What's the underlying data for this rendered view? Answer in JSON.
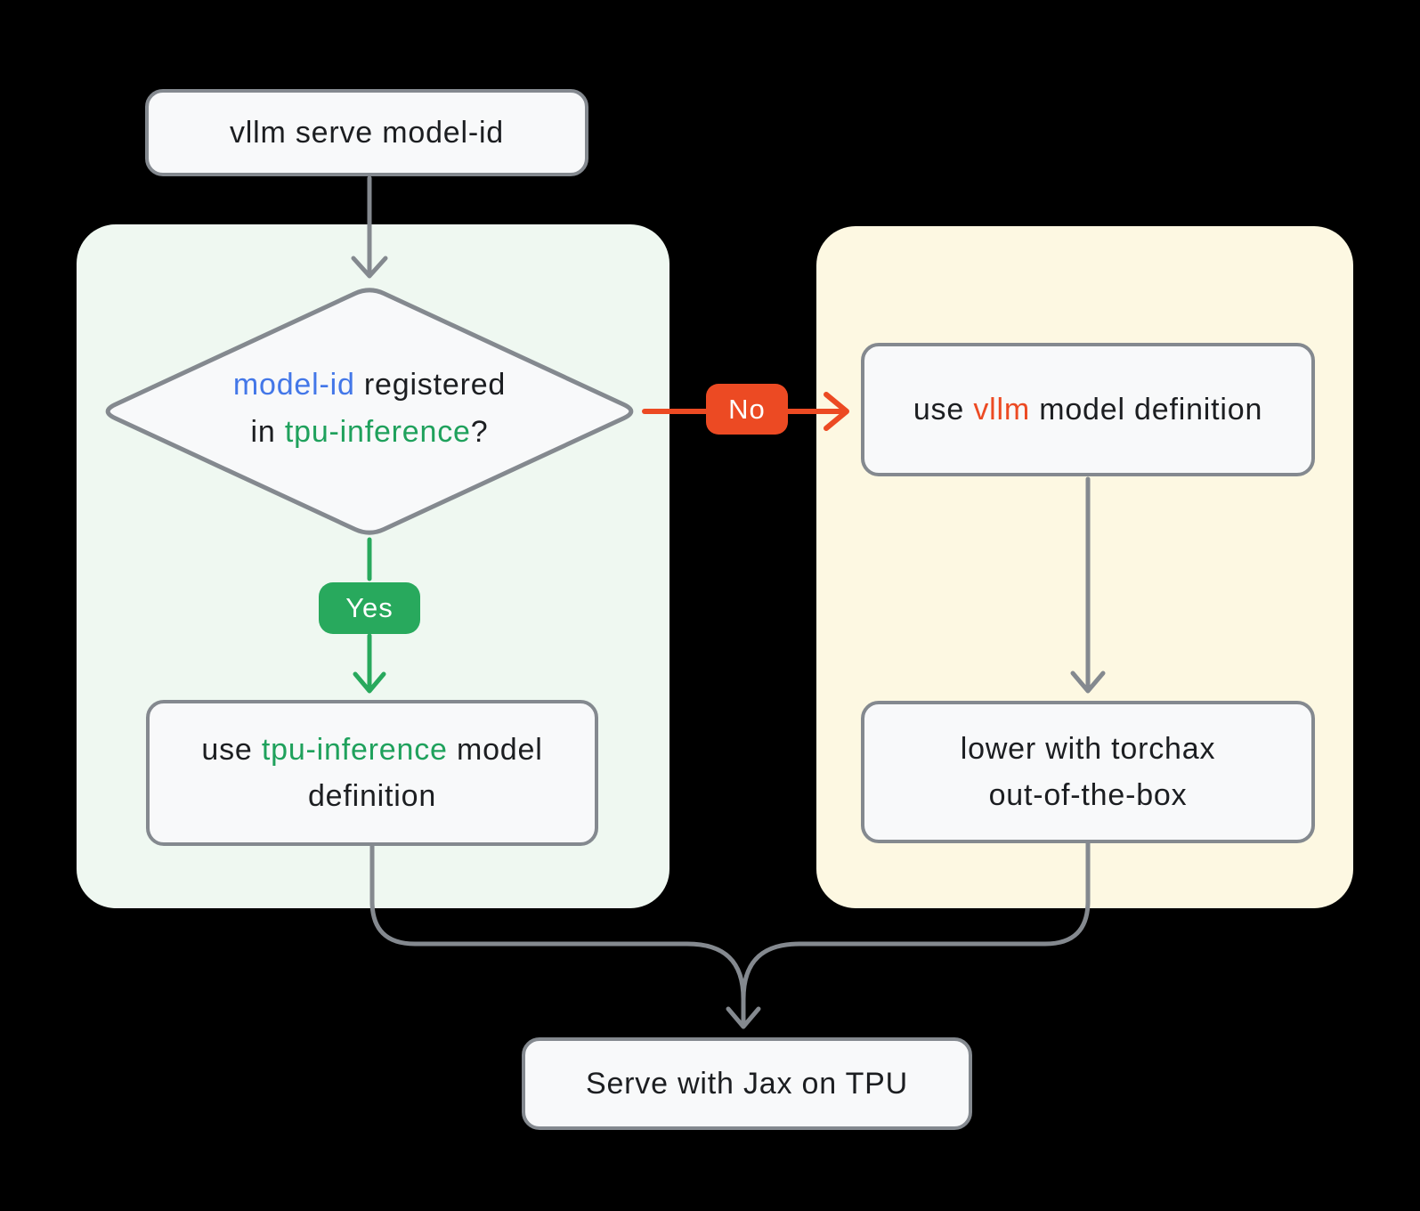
{
  "nodes": {
    "start": {
      "label": "vllm serve model-id"
    },
    "decision": {
      "line1_code": "model-id",
      "line1_rest": " registered",
      "line2_pre": "in ",
      "line2_code": "tpu-inference",
      "line2_post": "?"
    },
    "tpu_model": {
      "pre": "use ",
      "code": "tpu-inference",
      "post": " model",
      "line2": "definition"
    },
    "vllm_model": {
      "pre": "use ",
      "code": "vllm",
      "post": " model definition"
    },
    "torchax": {
      "line1": "lower with torchax",
      "line2": "out-of-the-box"
    },
    "serve": {
      "label": "Serve with Jax on TPU"
    }
  },
  "edges": {
    "yes_label": "Yes",
    "no_label": "No"
  },
  "colors": {
    "background": "#000000",
    "yes_panel": "#eff8f1",
    "no_panel": "#fdf8e2",
    "node_fill": "#f8f9fa",
    "node_border": "#84898f",
    "line_gray": "#84898f",
    "green_badge": "#28a95d",
    "green_text": "#1fa15c",
    "orange": "#ec4a23",
    "blue": "#4377e8",
    "text": "#1c1e21"
  }
}
